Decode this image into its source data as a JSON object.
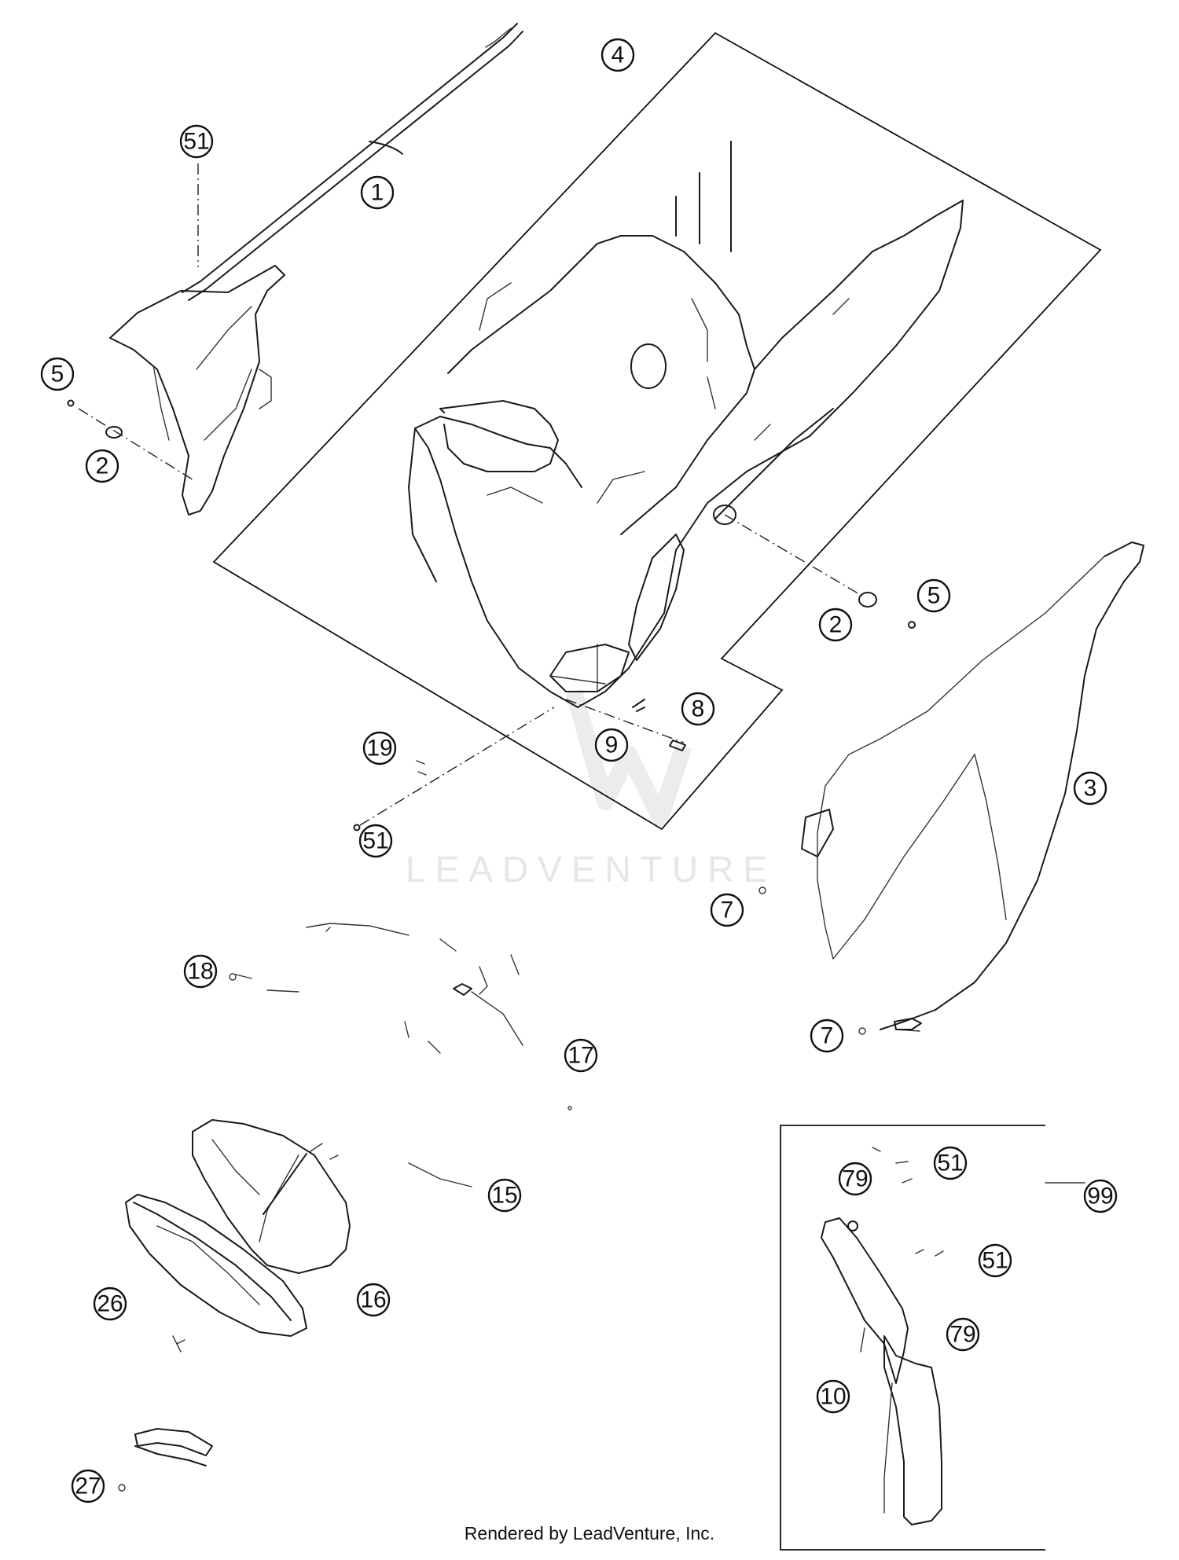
{
  "callouts": {
    "c1": "1",
    "c2a": "2",
    "c2b": "2",
    "c3": "3",
    "c4": "4",
    "c5a": "5",
    "c5b": "5",
    "c7a": "7",
    "c7b": "7",
    "c8": "8",
    "c9": "9",
    "c10": "10",
    "c15": "15",
    "c16": "16",
    "c17": "17",
    "c18": "18",
    "c19": "19",
    "c26": "26",
    "c27": "27",
    "c51a": "51",
    "c51b": "51",
    "c51c": "51",
    "c51d": "51",
    "c79a": "79",
    "c79b": "79",
    "c99": "99"
  },
  "watermark": "LEADVENTURE",
  "footer": "Rendered by LeadVenture, Inc."
}
